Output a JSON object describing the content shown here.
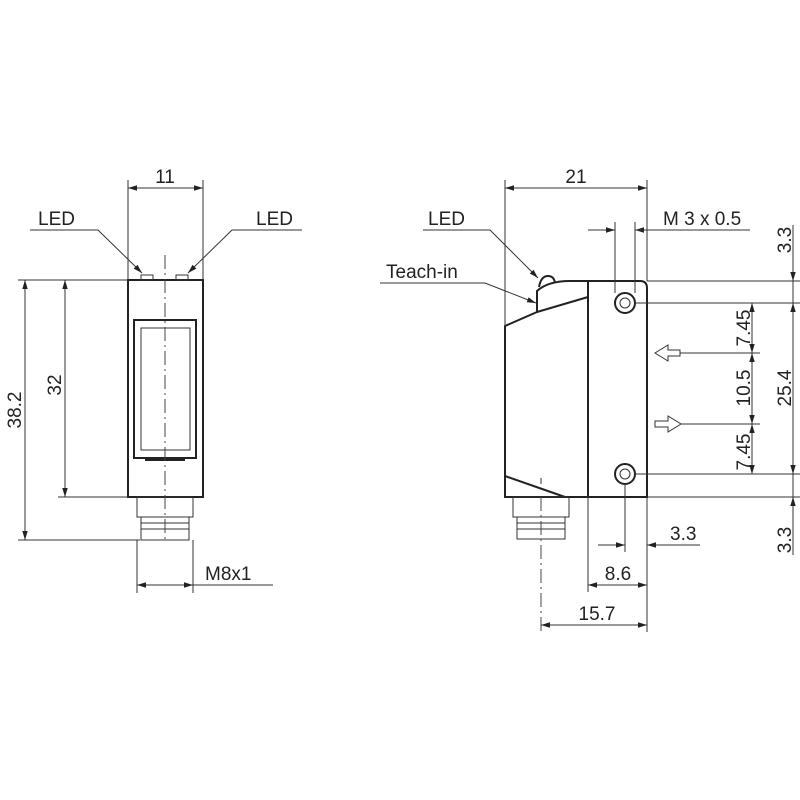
{
  "front_view": {
    "width_label": "11",
    "led_left_label": "LED",
    "led_right_label": "LED",
    "height_total_label": "38.2",
    "height_body_label": "32",
    "thread_label": "M8x1"
  },
  "side_view": {
    "width_label": "21",
    "led_label": "LED",
    "teach_label": "Teach-in",
    "thread_label": "M 3 x 0.5",
    "top_offset_label": "3.3",
    "hole_spacing_label": "25.4",
    "bottom_offset_label": "3.3",
    "upper_optic_label": "7.45",
    "optic_spacing_label": "10.5",
    "lower_optic_label": "7.45",
    "hole_edge_label": "3.3",
    "plate_depth_label": "8.6",
    "connector_offset_label": "15.7"
  }
}
